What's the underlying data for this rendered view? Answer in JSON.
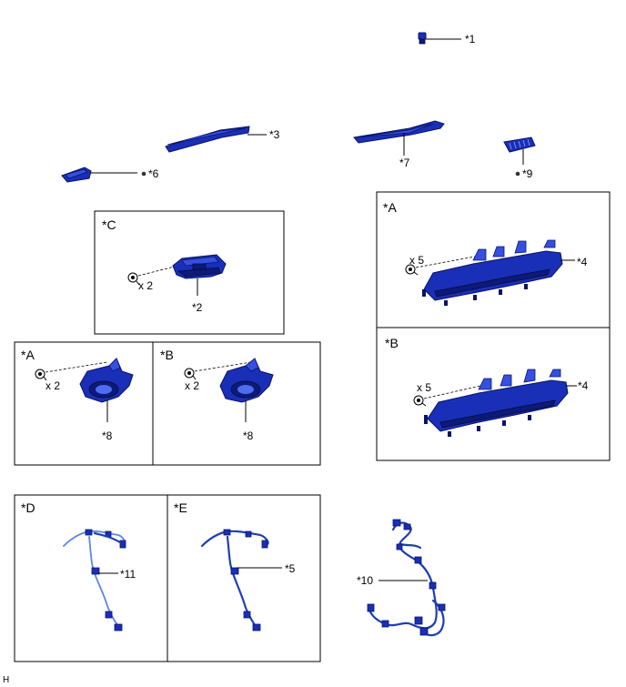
{
  "labels": {
    "p1": "*1",
    "p2": "*2",
    "p3": "*3",
    "p4a": "*4",
    "p4b": "*4",
    "p5": "*5",
    "p6": "*6",
    "p7": "*7",
    "p8a": "*8",
    "p8b": "*8",
    "p9": "*9",
    "p10": "*10",
    "p11": "*11"
  },
  "boxes": {
    "c": "*C",
    "a_right": "*A",
    "b_right": "*B",
    "a_left": "*A",
    "b_left": "*B",
    "d": "*D",
    "e": "*E"
  },
  "quantities": {
    "c": "x 2",
    "a_right": "x 5",
    "b_right": "x 5",
    "a_left": "x 2",
    "b_left": "x 2"
  },
  "footer": {
    "code": "H"
  },
  "colors": {
    "part_blue": "#1a2fb8",
    "part_dark": "#0c1a78",
    "wire_blue": "#1e3fb0"
  }
}
